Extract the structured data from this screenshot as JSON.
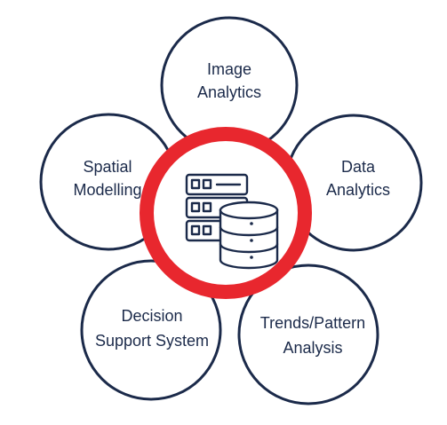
{
  "hub": {
    "icon": "server-database-icon",
    "ring_color": "#e8272e",
    "outline_color": "#1b2a4a"
  },
  "petals": {
    "image_analytics": {
      "line1": "Image",
      "line2": "Analytics"
    },
    "data_analytics": {
      "line1": "Data",
      "line2": "Analytics"
    },
    "trends_pattern": {
      "line1": "Trends/Pattern",
      "line2": "Analysis"
    },
    "decision_support": {
      "line1": "Decision",
      "line2": "Support System"
    },
    "spatial_modelling": {
      "line1": "Spatial",
      "line2": "Modelling"
    }
  }
}
